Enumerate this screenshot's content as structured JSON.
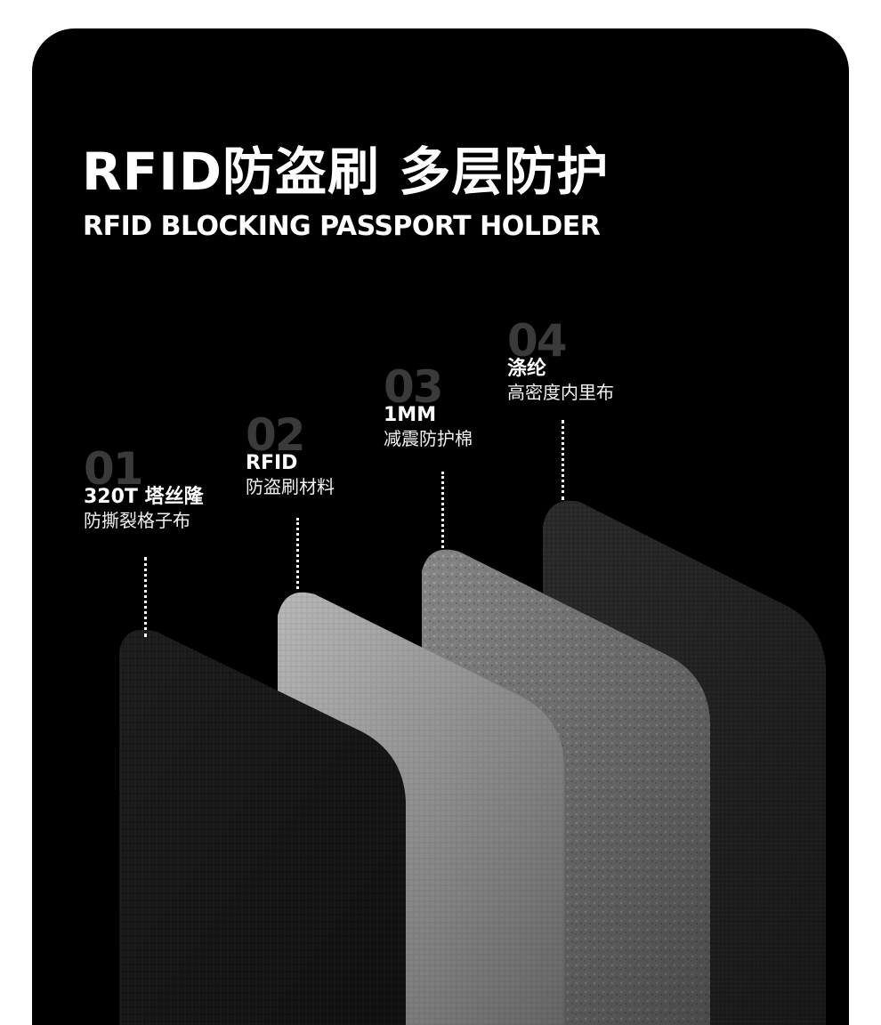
{
  "header": {
    "title_cn": "RFID防盗刷  多层防护",
    "title_en": "RFID BLOCKING PASSPORT HOLDER"
  },
  "layers": [
    {
      "number": "01",
      "head": "320T 塔丝隆",
      "desc": "防撕裂格子布"
    },
    {
      "number": "02",
      "head": "RFID",
      "desc": "防盗刷材料"
    },
    {
      "number": "03",
      "head": "1MM",
      "desc": "减震防护棉"
    },
    {
      "number": "04",
      "head": "涤纶",
      "desc": "高密度内里布"
    }
  ],
  "colors": {
    "background": "#000000",
    "page": "#ffffff",
    "layer1": "#1e1e1e",
    "layer2": "#bdbdbd",
    "layer3": "#8a8a8a",
    "layer4": "#2b2b2b"
  }
}
